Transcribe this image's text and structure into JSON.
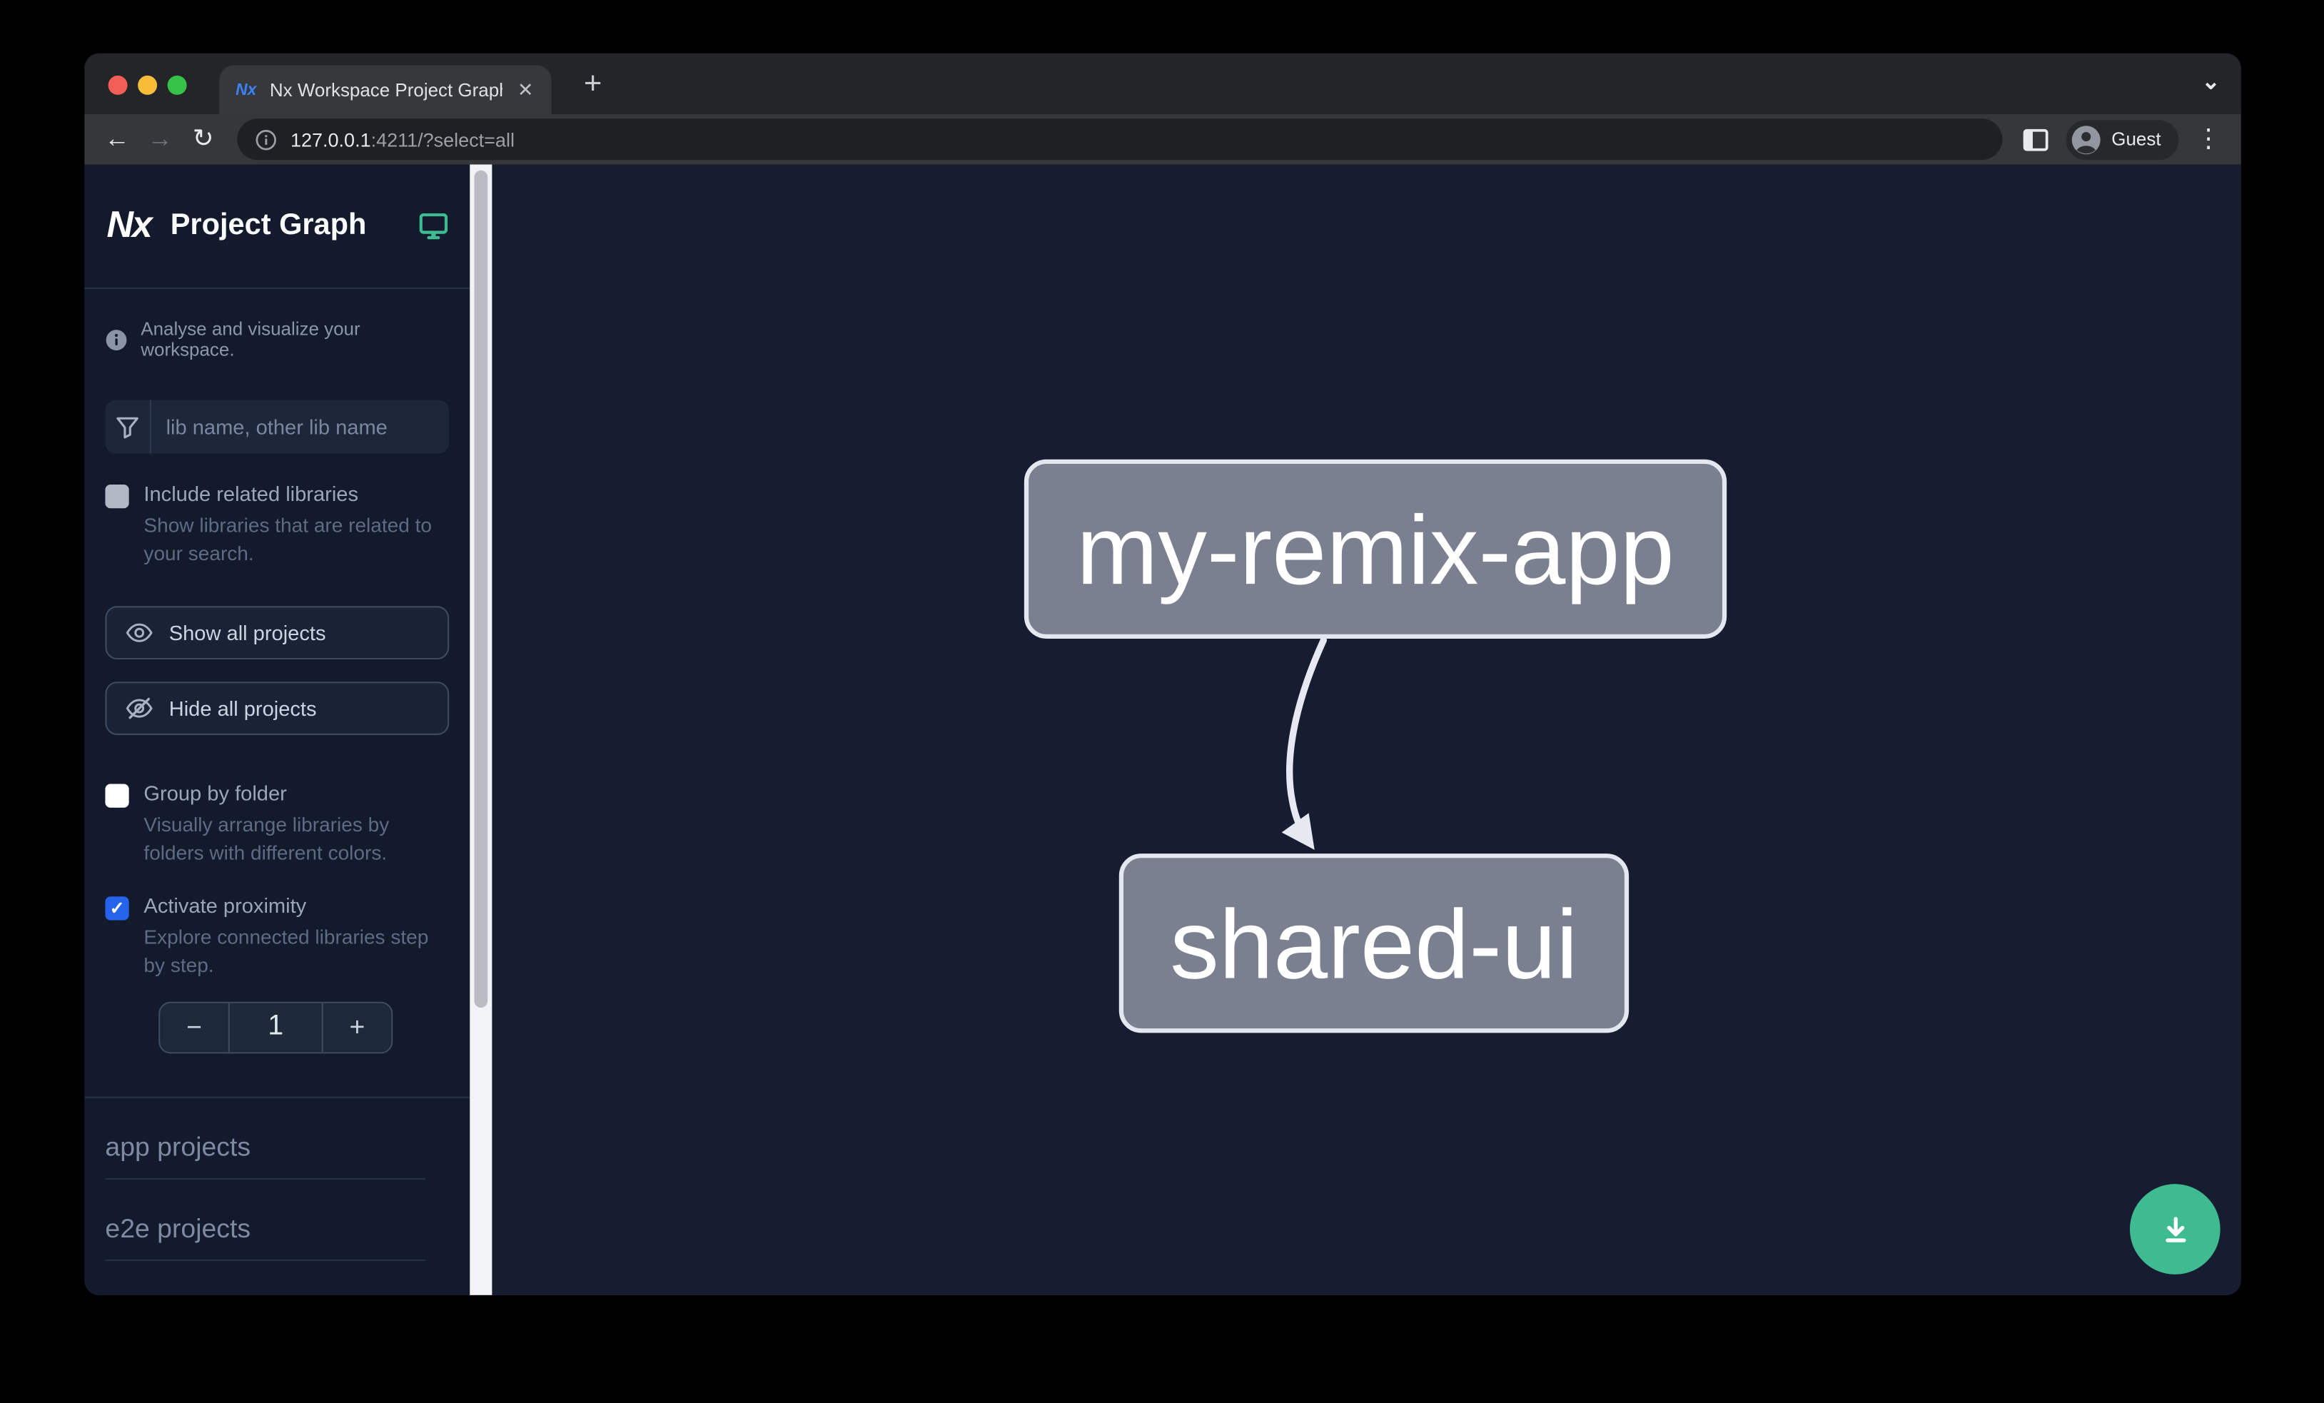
{
  "browser": {
    "tab_title": "Nx Workspace Project Graph",
    "url_host": "127.0.0.1",
    "url_rest": ":4211/?select=all",
    "guest_label": "Guest"
  },
  "icons": {
    "close": "✕",
    "new_tab": "+",
    "chevron_down": "⌄",
    "back": "←",
    "forward": "→",
    "reload": "↻",
    "menu_dots": "⋮",
    "minus": "−",
    "plus": "+",
    "check": "✓"
  },
  "logo": {
    "brand": "Nx",
    "favicon": "Nx"
  },
  "sidebar": {
    "title": "Project Graph",
    "tagline": "Analyse and visualize your workspace.",
    "filter": {
      "value": "",
      "placeholder": "lib name, other lib name"
    },
    "include_related": {
      "label": "Include related libraries",
      "description": "Show libraries that are related to your search.",
      "checked": false
    },
    "show_all_label": "Show all projects",
    "hide_all_label": "Hide all projects",
    "group_by_folder": {
      "label": "Group by folder",
      "description": "Visually arrange libraries by folders with different colors.",
      "checked": false
    },
    "proximity": {
      "label": "Activate proximity",
      "description": "Explore connected libraries step by step.",
      "checked": true,
      "value": "1"
    },
    "sections": [
      {
        "label": "app projects"
      },
      {
        "label": "e2e projects"
      }
    ]
  },
  "graph": {
    "nodes": [
      {
        "label": "my-remix-app"
      },
      {
        "label": "shared-ui"
      }
    ],
    "edges": [
      {
        "from": "my-remix-app",
        "to": "shared-ui"
      }
    ]
  },
  "colors": {
    "accent_green": "#3fbb92",
    "checkbox_blue": "#2563eb",
    "node_fill": "#7b8090",
    "node_border": "#e4e7f0",
    "sidebar_bg": "#131a2b",
    "canvas_bg": "#171d30",
    "favicon_blue": "#3b82f6",
    "traffic_red": "#f35e56",
    "traffic_yellow": "#f8bd38",
    "traffic_green": "#36c148"
  }
}
